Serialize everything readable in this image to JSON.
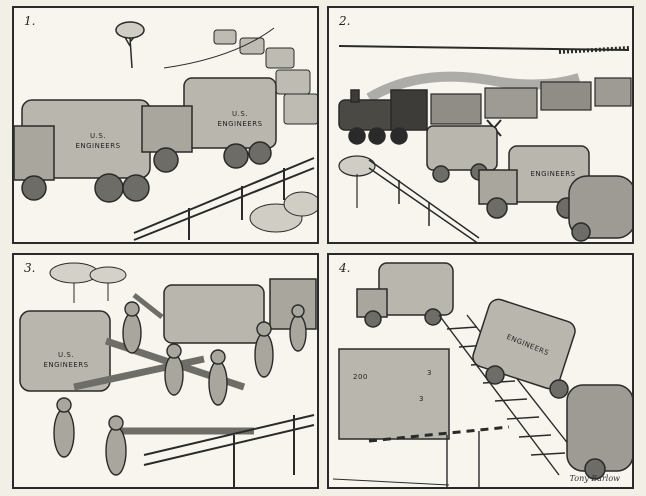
{
  "panels": [
    {
      "number": "1.",
      "truck_labels": [
        [
          "U.S.",
          "ENGINEERS"
        ],
        [
          "U.S.",
          "ENGINEERS"
        ]
      ]
    },
    {
      "number": "2.",
      "truck_labels": [
        [
          "ENGINEERS"
        ]
      ]
    },
    {
      "number": "3.",
      "truck_labels": [
        [
          "U.S.",
          "ENGINEERS"
        ]
      ]
    },
    {
      "number": "4.",
      "truck_labels": [
        [
          "ENGINEERS"
        ]
      ],
      "boxcar_numbers": [
        "200",
        "3",
        "3"
      ]
    }
  ],
  "signature": "Tony Barlow",
  "colors": {
    "ink": "#2a2a2a",
    "paper": "#f7f5ee",
    "canvas": "#b9b7ad",
    "shade": "#8f8d86"
  }
}
